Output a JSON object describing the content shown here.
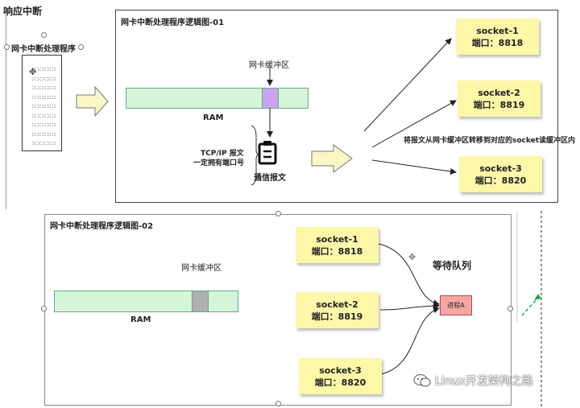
{
  "top_left": {
    "title": "响应中断",
    "program_label": "网卡中断处理程序"
  },
  "diagram1": {
    "title": "网卡中断处理程序逻辑图-01",
    "buffer_label": "网卡缓冲区",
    "ram_label": "RAM",
    "tcp_label_line1": "TCP/IP 报文",
    "tcp_label_line2": "一定拥有端口号",
    "message_label": "通信报文",
    "transfer_label": "将报文从网卡缓冲区转移到对应的socket读缓冲区内",
    "sockets": [
      {
        "name": "socket-1",
        "port": "端口：8818"
      },
      {
        "name": "socket-2",
        "port": "端口：8819"
      },
      {
        "name": "socket-3",
        "port": "端口：8820"
      }
    ]
  },
  "diagram2": {
    "title": "网卡中断处理程序逻辑图-02",
    "buffer_label": "网卡缓冲区",
    "ram_label": "RAM",
    "queue_label": "等待队列",
    "process_label": "进程A",
    "sockets": [
      {
        "name": "socket-1",
        "port": "端口：8818"
      },
      {
        "name": "socket-2",
        "port": "端口：8819"
      },
      {
        "name": "socket-3",
        "port": "端口：8820"
      }
    ]
  },
  "watermark": "Linux开发架构之路",
  "colors": {
    "ram_fill": "#d4f5d7",
    "buffer_highlight": "#c9a4f0",
    "buffer_gray": "#b0b0b0",
    "note_fill": "#fdf7a8",
    "process_fill": "#f6a5a5",
    "hollow_arrow_fill": "#fbf7c4",
    "green_arrow": "#22aa44"
  }
}
